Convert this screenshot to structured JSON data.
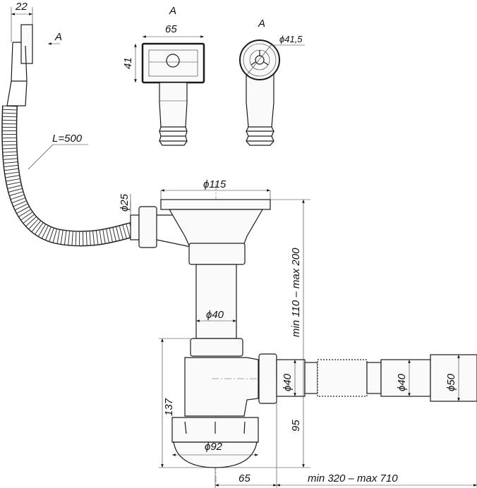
{
  "labels": {
    "overflow_width": "22",
    "section_arrow": "A",
    "front_view_title": "A",
    "front_width": "65",
    "front_height": "41",
    "round_view_title": "A",
    "round_diameter": "ϕ41,5",
    "hose_length": "L=500",
    "overflow_pipe_diameter": "ϕ25",
    "strainer_diameter": "ϕ115",
    "pipe_diameter": "ϕ40",
    "height_range": "min 110 – max 200",
    "bottle_height": "137",
    "outlet_diameter": "ϕ40",
    "outlet_height": "95",
    "hose_diameter": "ϕ40",
    "end_diameter": "ϕ50",
    "bottle_diameter": "ϕ92",
    "offset": "65",
    "length_range": "min 320 – max 710"
  }
}
